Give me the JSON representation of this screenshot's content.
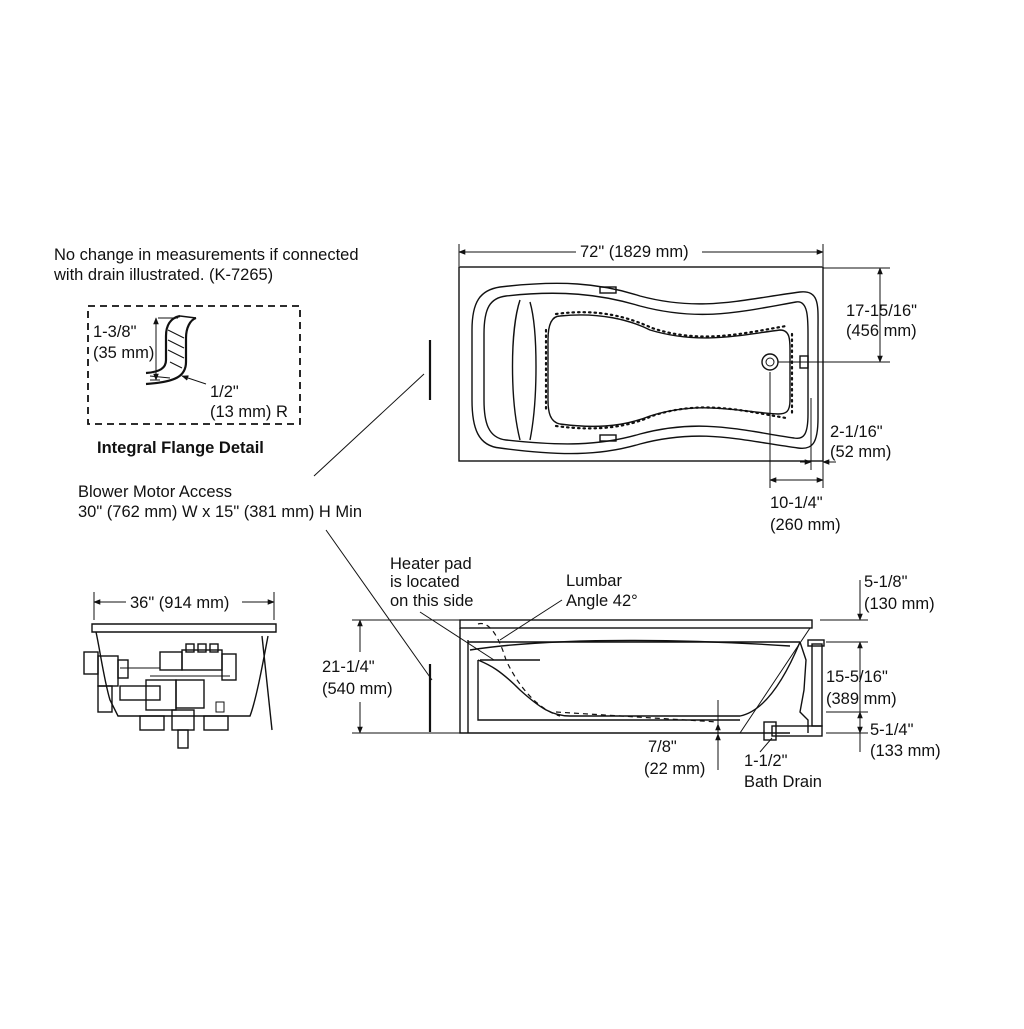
{
  "note": {
    "line1": "No change in measurements if connected",
    "line2": "with drain illustrated.  (K-7265)"
  },
  "flange_detail": {
    "title": "Integral Flange Detail",
    "height_in": "1-3/8\"",
    "height_mm": "(35 mm)",
    "radius_in": "1/2\"",
    "radius_mm": "(13 mm) R"
  },
  "blower": {
    "line1": "Blower Motor Access",
    "line2": "30\" (762 mm) W x 15\" (381 mm) H Min"
  },
  "plan_view": {
    "length": "72\" (1829 mm)",
    "drain_offset_in": "17-15/16\"",
    "drain_offset_mm": "(456 mm)",
    "flange_in": "2-1/16\"",
    "flange_mm": "(52 mm)",
    "drain_from_end_in": "10-1/4\"",
    "drain_from_end_mm": "(260 mm)"
  },
  "end_view": {
    "width": "36\" (914 mm)"
  },
  "side_view": {
    "heater_line1": "Heater pad",
    "heater_line2": "is located",
    "heater_line3": "on this side",
    "lumbar_line1": "Lumbar",
    "lumbar_line2": "Angle 42°",
    "height_in": "21-1/4\"",
    "height_mm": "(540 mm)",
    "top_in": "5-1/8\"",
    "top_mm": "(130 mm)",
    "depth_in": "15-5/16\"",
    "depth_mm": "(389 mm)",
    "drain_h_in": "5-1/4\"",
    "drain_h_mm": "(133 mm)",
    "gap_in": "7/8\"",
    "gap_mm": "(22 mm)",
    "drain_size": "1-1/2\"",
    "drain_label": "Bath Drain"
  }
}
